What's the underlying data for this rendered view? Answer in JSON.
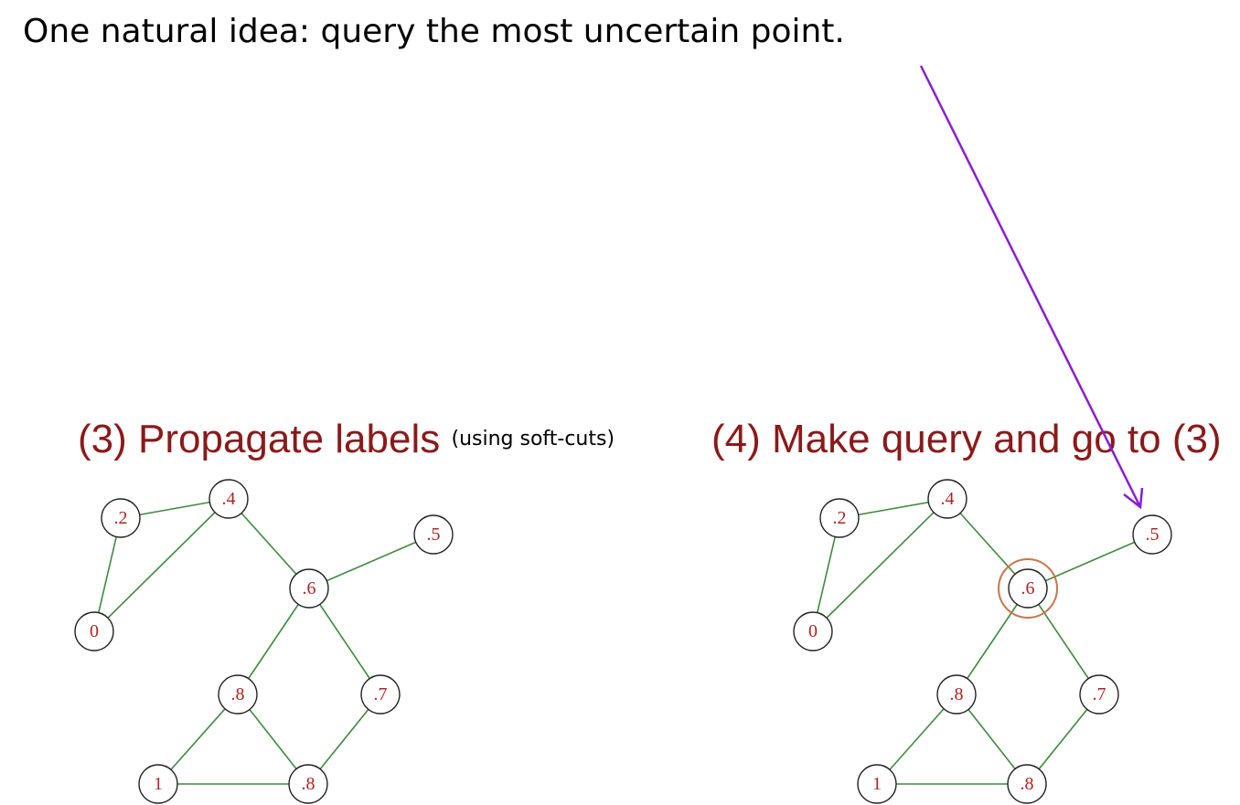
{
  "headline": "One natural idea: query the most uncertain point.",
  "left_panel": {
    "title": "(3) Propagate labels",
    "note": "(using soft-cuts)"
  },
  "right_panel": {
    "title": "(4) Make query and go to (3)"
  },
  "graph": {
    "nodes": [
      {
        "id": "a",
        "label": ".2"
      },
      {
        "id": "b",
        "label": ".4"
      },
      {
        "id": "c",
        "label": ".5"
      },
      {
        "id": "d",
        "label": ".6"
      },
      {
        "id": "e",
        "label": "0"
      },
      {
        "id": "f",
        "label": ".8"
      },
      {
        "id": "g",
        "label": ".7"
      },
      {
        "id": "h",
        "label": "1"
      },
      {
        "id": "i",
        "label": ".8"
      }
    ],
    "edges": [
      [
        "a",
        "b"
      ],
      [
        "a",
        "e"
      ],
      [
        "b",
        "e"
      ],
      [
        "b",
        "d"
      ],
      [
        "d",
        "c"
      ],
      [
        "d",
        "f"
      ],
      [
        "d",
        "g"
      ],
      [
        "f",
        "h"
      ],
      [
        "f",
        "i"
      ],
      [
        "g",
        "i"
      ],
      [
        "h",
        "i"
      ]
    ],
    "queried_node": "d"
  },
  "colors": {
    "title": "#8b1a1a",
    "node_label": "#b22222",
    "edge": "#3f8a3f",
    "arrow": "#8a1cd6",
    "highlight": "#c8764a"
  }
}
